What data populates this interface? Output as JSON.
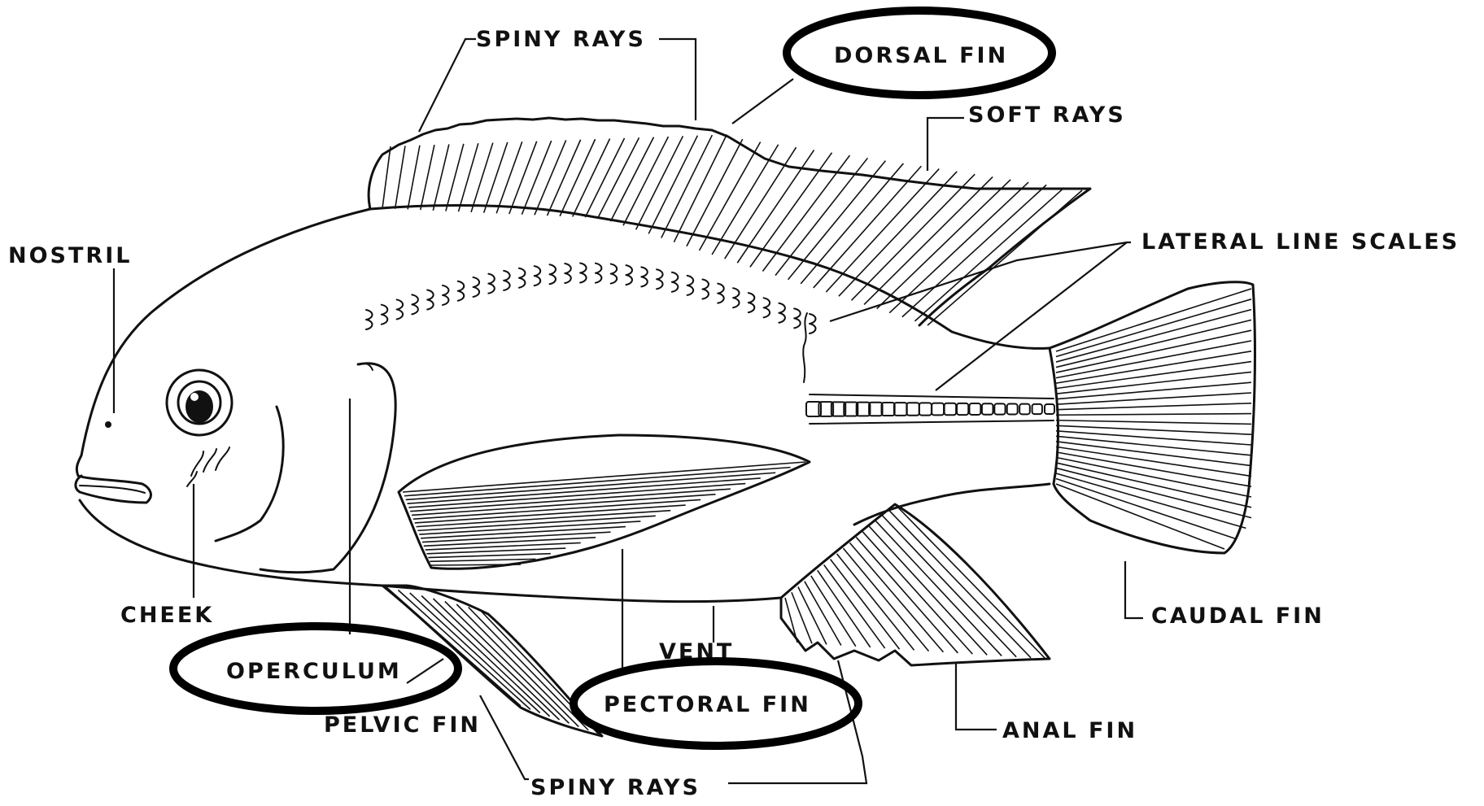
{
  "labels": {
    "spiny_rays_top": "SPINY RAYS",
    "dorsal_fin": "DORSAL FIN",
    "soft_rays": "SOFT RAYS",
    "nostril": "NOSTRIL",
    "lateral_line_scales": "LATERAL LINE SCALES",
    "caudal_fin": "CAUDAL FIN",
    "cheek": "CHEEK",
    "operculum": "OPERCULUM",
    "vent": "VENT",
    "pectoral_fin": "PECTORAL FIN",
    "pelvic_fin": "PELVIC FIN",
    "anal_fin": "ANAL FIN",
    "spiny_rays_bottom": "SPINY RAYS"
  },
  "colors": {
    "ink": "#111111",
    "highlight": "#000000",
    "background": "#ffffff"
  }
}
